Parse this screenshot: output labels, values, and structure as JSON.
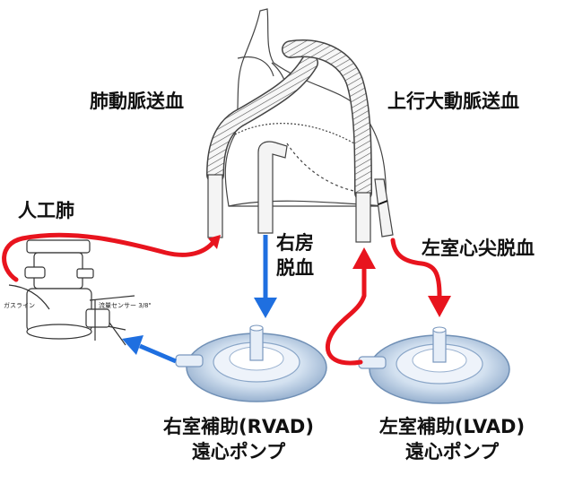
{
  "labels": {
    "pulmonary_artery_return": "肺動脈送血",
    "ascending_aorta_return": "上行大動脈送血",
    "artificial_lung": "人工肺",
    "right_atrium_drain_line1": "右房",
    "right_atrium_drain_line2": "脱血",
    "lv_apex_drain": "左室心尖脱血",
    "rvad_line1": "右室補助(RVAD)",
    "rvad_line2": "遠心ポンプ",
    "lvad_line1": "左室補助(LVAD)",
    "lvad_line2": "遠心ポンプ",
    "gas_line": "ガスライン",
    "flow_sensor": "流量センサー 3/8\""
  },
  "colors": {
    "red_flow": "#e8141e",
    "blue_flow": "#1f6fe0",
    "outline": "#333333",
    "tube_fill": "#f4f4f4",
    "pump_blue": "#b9cde6"
  }
}
